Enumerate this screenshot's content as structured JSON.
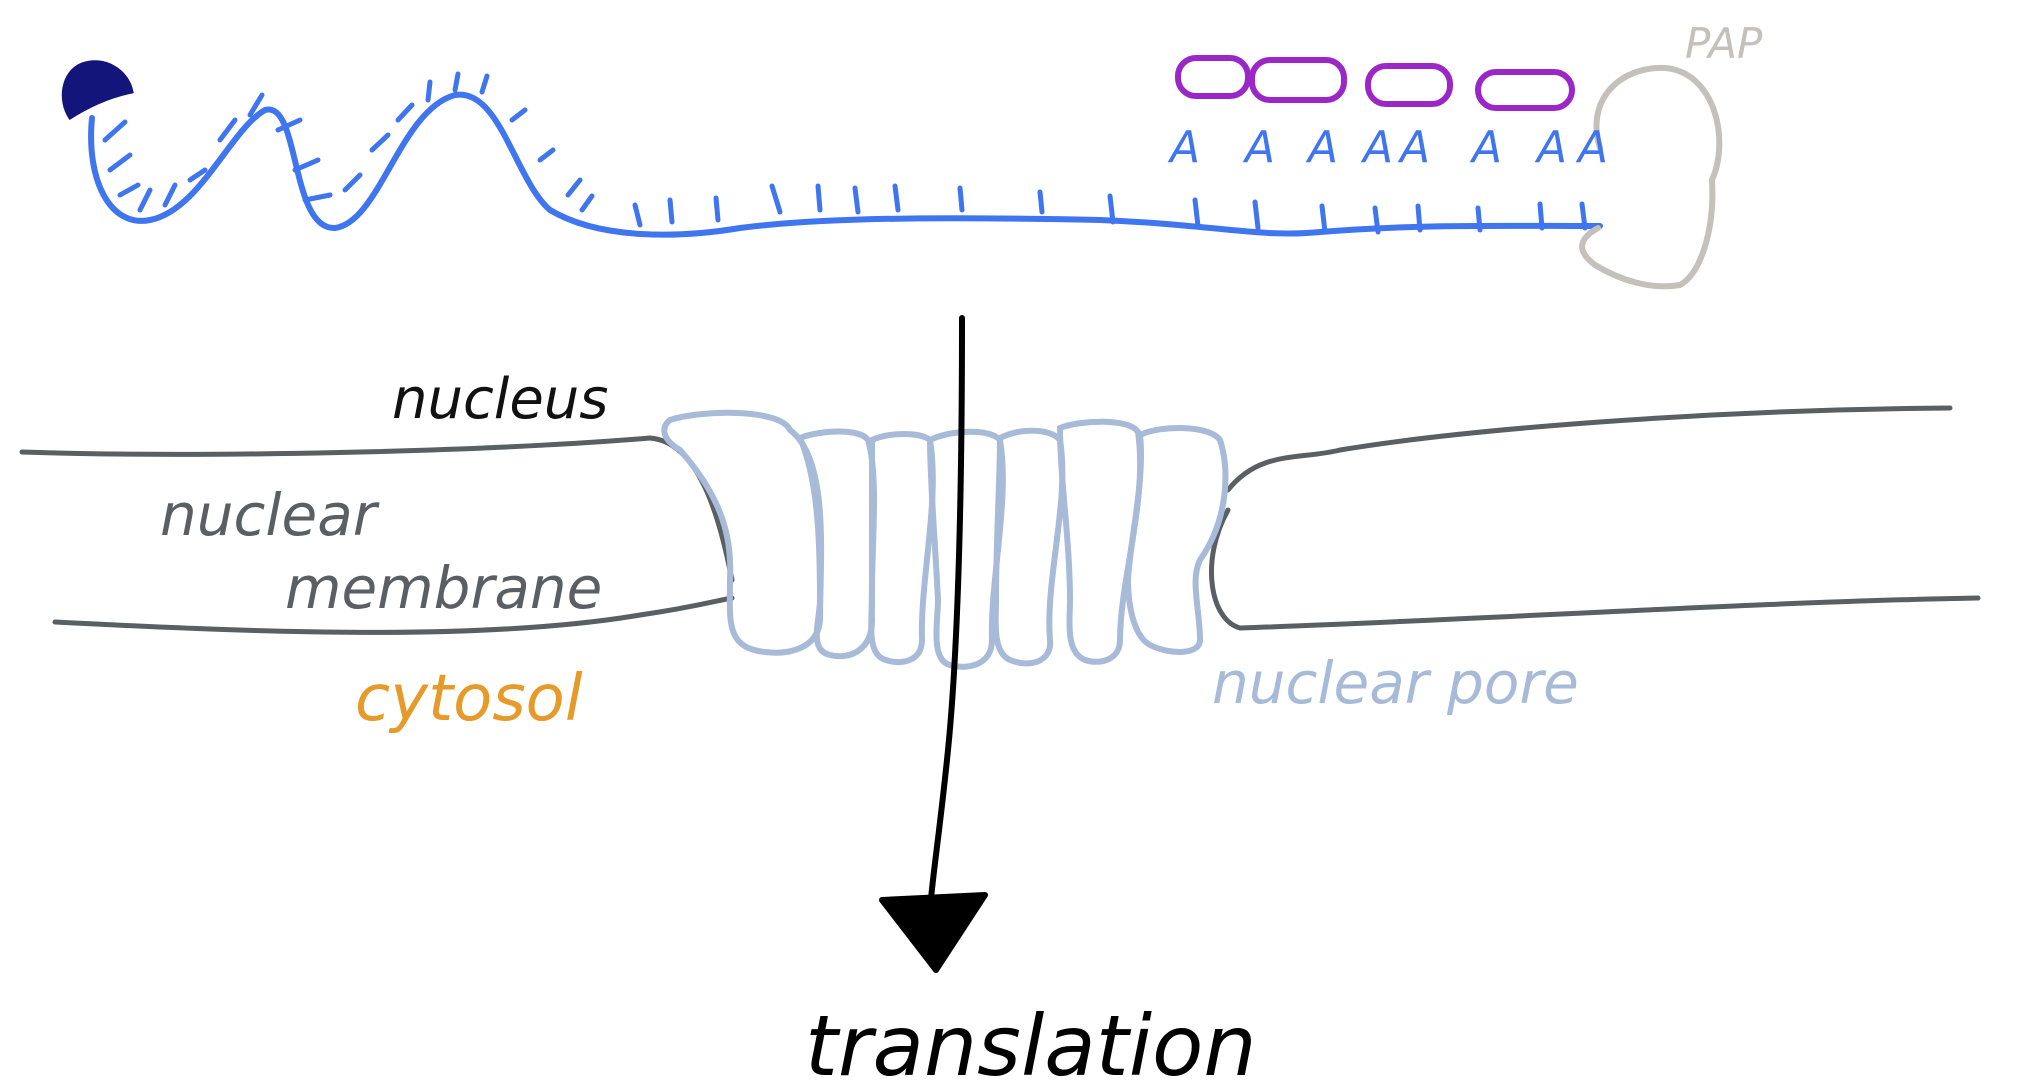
{
  "labels": {
    "pap": "PAP",
    "poly_a": [
      "A",
      "A",
      "A",
      "A",
      "A",
      "A",
      "A",
      "A"
    ],
    "nucleus": "nucleus",
    "nuclear_membrane_line1": "nuclear",
    "nuclear_membrane_line2": "membrane",
    "cytosol": "cytosol",
    "nuclear_pore": "nuclear pore",
    "translation": "translation"
  },
  "colors": {
    "cap": "#14157a",
    "mrna": "#3f75ee",
    "pabp": "#9b27c6",
    "pap": "#c4c0ba",
    "membrane": "#5a5f63",
    "pore": "#a7bad8",
    "cytosol": "#e59a29",
    "arrow": "#000000"
  }
}
